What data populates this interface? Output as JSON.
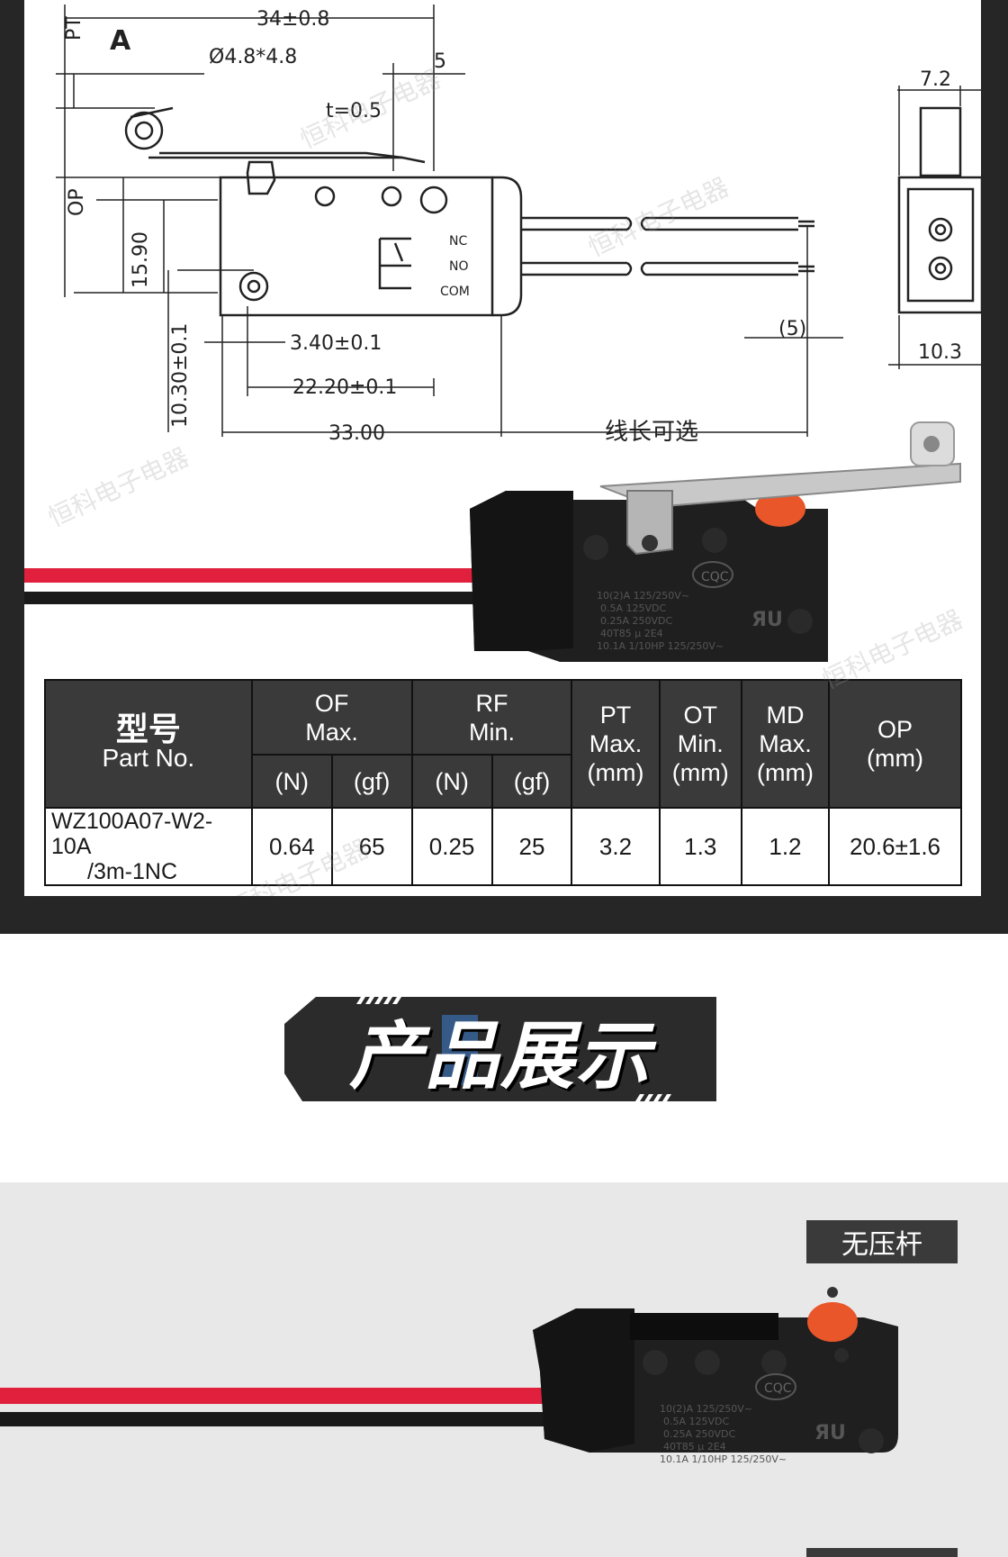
{
  "watermark": "恒科电子电器",
  "drawing": {
    "labels": {
      "pt": "PT",
      "a_arrow": "A",
      "dim_34": "34±0.8",
      "roller": "Ø4.8*4.8",
      "dim_5": "5",
      "t": "t=0.5",
      "op": "OP",
      "dim_1590": "15.90",
      "nc": "NC",
      "no": "NO",
      "com": "COM",
      "dim_340": "3.40±0.1",
      "dim_1030": "10.30±0.1",
      "dim_2220": "22.20±0.1",
      "dim_33": "33.00",
      "wire": "线长可选",
      "dim_5p": "(5)",
      "dim_72": "7.2",
      "dim_103": "10.3"
    }
  },
  "switch_print": {
    "cqc": "CQC",
    "lines": [
      "10(2)A 125/250V~",
      "0.5A 125VDC",
      "0.25A 250VDC",
      "40T85 μ 2E4",
      "10.1A 1/10HP 125/250V~"
    ],
    "ul": "ЯU"
  },
  "table": {
    "header": {
      "model_cn": "型号",
      "model_en": "Part No.",
      "of": [
        "OF",
        "Max."
      ],
      "rf": [
        "RF",
        "Min."
      ],
      "pt": [
        "PT",
        "Max.",
        "(mm)"
      ],
      "ot": [
        "OT",
        "Min.",
        "(mm)"
      ],
      "md": [
        "MD",
        "Max.",
        "(mm)"
      ],
      "op": [
        "OP",
        "(mm)"
      ],
      "n": "(N)",
      "gf": "(gf)"
    },
    "row": {
      "model_l1": "WZ100A07-W2-10A",
      "model_l2": "/3m-1NC",
      "of_n": "0.64",
      "of_gf": "65",
      "rf_n": "0.25",
      "rf_gf": "25",
      "pt": "3.2",
      "ot": "1.3",
      "md": "1.2",
      "op": "20.6±1.6"
    }
  },
  "banner": {
    "title": "产品展示"
  },
  "showcase": {
    "tag1": "无压杆"
  },
  "colors": {
    "dark_bg": "#262626",
    "header_bg": "#3a3a3a",
    "gray_bg": "#e8e8e8",
    "wire_red": "#e0203c",
    "actuator_orange": "#e8562a"
  }
}
